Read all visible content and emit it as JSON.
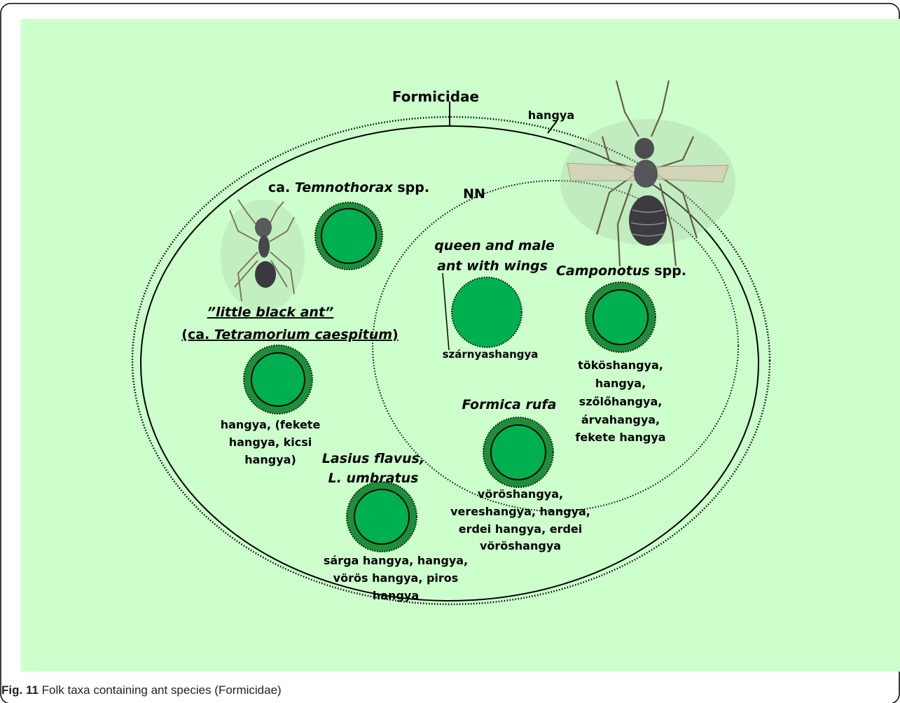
{
  "figure": {
    "caption_label": "Fig. 11",
    "caption_text": "Folk taxa containing ant species (Formicidae)"
  },
  "colors": {
    "panel_bg": "#ccffcc",
    "taxon_fill": "#00b050",
    "taxon_ring": "#1d8f3a",
    "line": "#000000"
  },
  "labels": {
    "formicidae": "Formicidae",
    "hangya_top": "hangya",
    "nn": "NN",
    "temnothorax_pre": "ca. ",
    "temnothorax_italic": "Temnothorax",
    "temnothorax_post": " spp.",
    "queen_line1": "queen and male",
    "queen_line2": "ant with wings",
    "camponotus_italic": "Camponotus",
    "camponotus_post": " spp.",
    "little_black_ant": "”little black ant”",
    "tetramorium_pre": "(ca. ",
    "tetramorium_italic": "Tetramorium caespitum",
    "tetramorium_post": ")",
    "szarnyashangya": "szárnyashangya",
    "camponotus_names": [
      "tököshangya,",
      "hangya,",
      "szőlőhangya,",
      "árvahangya,",
      "fekete hangya"
    ],
    "formica_rufa": "Formica rufa",
    "black_ant_names": [
      "hangya, (fekete",
      "hangya, kicsi",
      "hangya)"
    ],
    "lasius_line1": "Lasius flavus,",
    "lasius_line2": "L. umbratus",
    "formica_names": [
      "vöröshangya,",
      "vereshangya, hangya,",
      "erdei hangya, erdei",
      "vöröshangya"
    ],
    "lasius_names": [
      "sárga hangya, hangya,",
      "vörös hangya, piros",
      "hangya"
    ]
  },
  "images": {
    "winged_ant": "winged-ant-photo",
    "worker_ant": "worker-ant-photo"
  }
}
